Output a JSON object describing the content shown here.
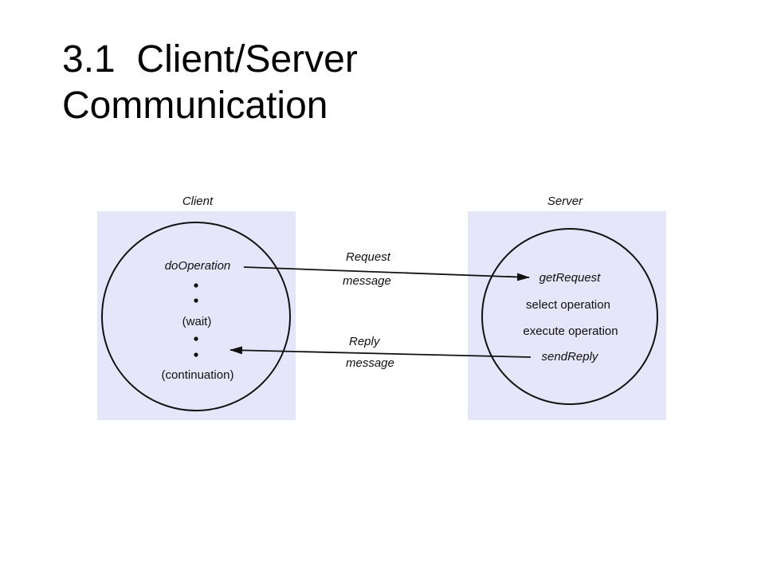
{
  "slide": {
    "title_line1": "3.1  Client/Server",
    "title_line2": "Communication"
  },
  "diagram": {
    "panel_color": "#e6e6fa",
    "client": {
      "heading": "Client",
      "steps": {
        "do_operation": "doOperation",
        "wait": "(wait)",
        "continuation": "(continuation)"
      }
    },
    "server": {
      "heading": "Server",
      "steps": {
        "get_request": "getRequest",
        "select_operation": "select operation",
        "execute_operation": "execute operation",
        "send_reply": "sendReply"
      }
    },
    "request_arrow": {
      "line1": "Request",
      "line2": "message"
    },
    "reply_arrow": {
      "line1": "Reply",
      "line2": "message"
    }
  }
}
